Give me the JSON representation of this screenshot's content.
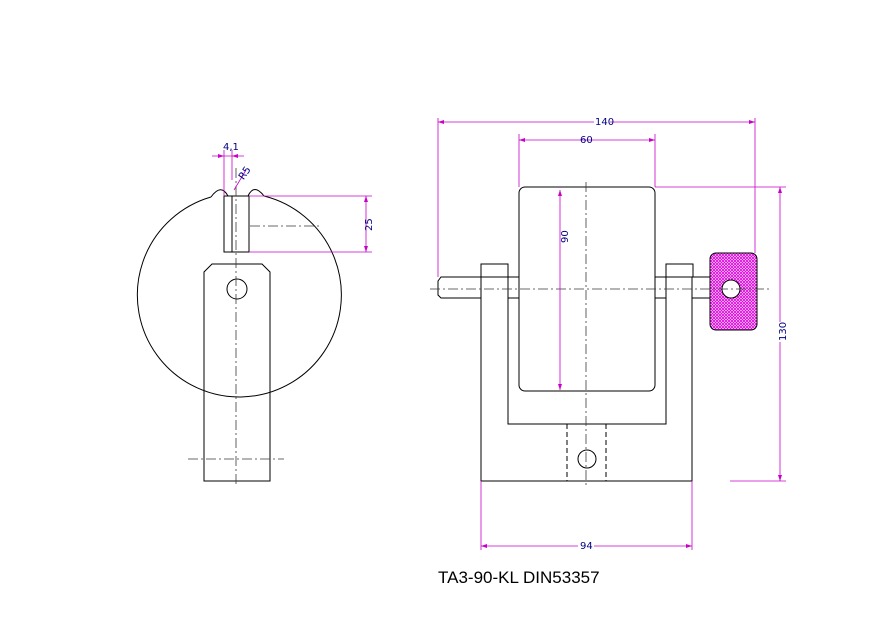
{
  "drawing": {
    "caption": "TA3-90-KL DIN53357",
    "dimensions": {
      "slot_width": "4,1",
      "radius": "R5",
      "slot_depth": "25",
      "overall_width": "140",
      "roller_width": "60",
      "roller_diameter": "90",
      "overall_height": "130",
      "base_width": "94"
    },
    "colors": {
      "outline": "#000000",
      "centerline": "#3a3a3a",
      "dimension": "#c800c8",
      "dimension_text": "#000080",
      "knurl": "#e000e0"
    }
  }
}
